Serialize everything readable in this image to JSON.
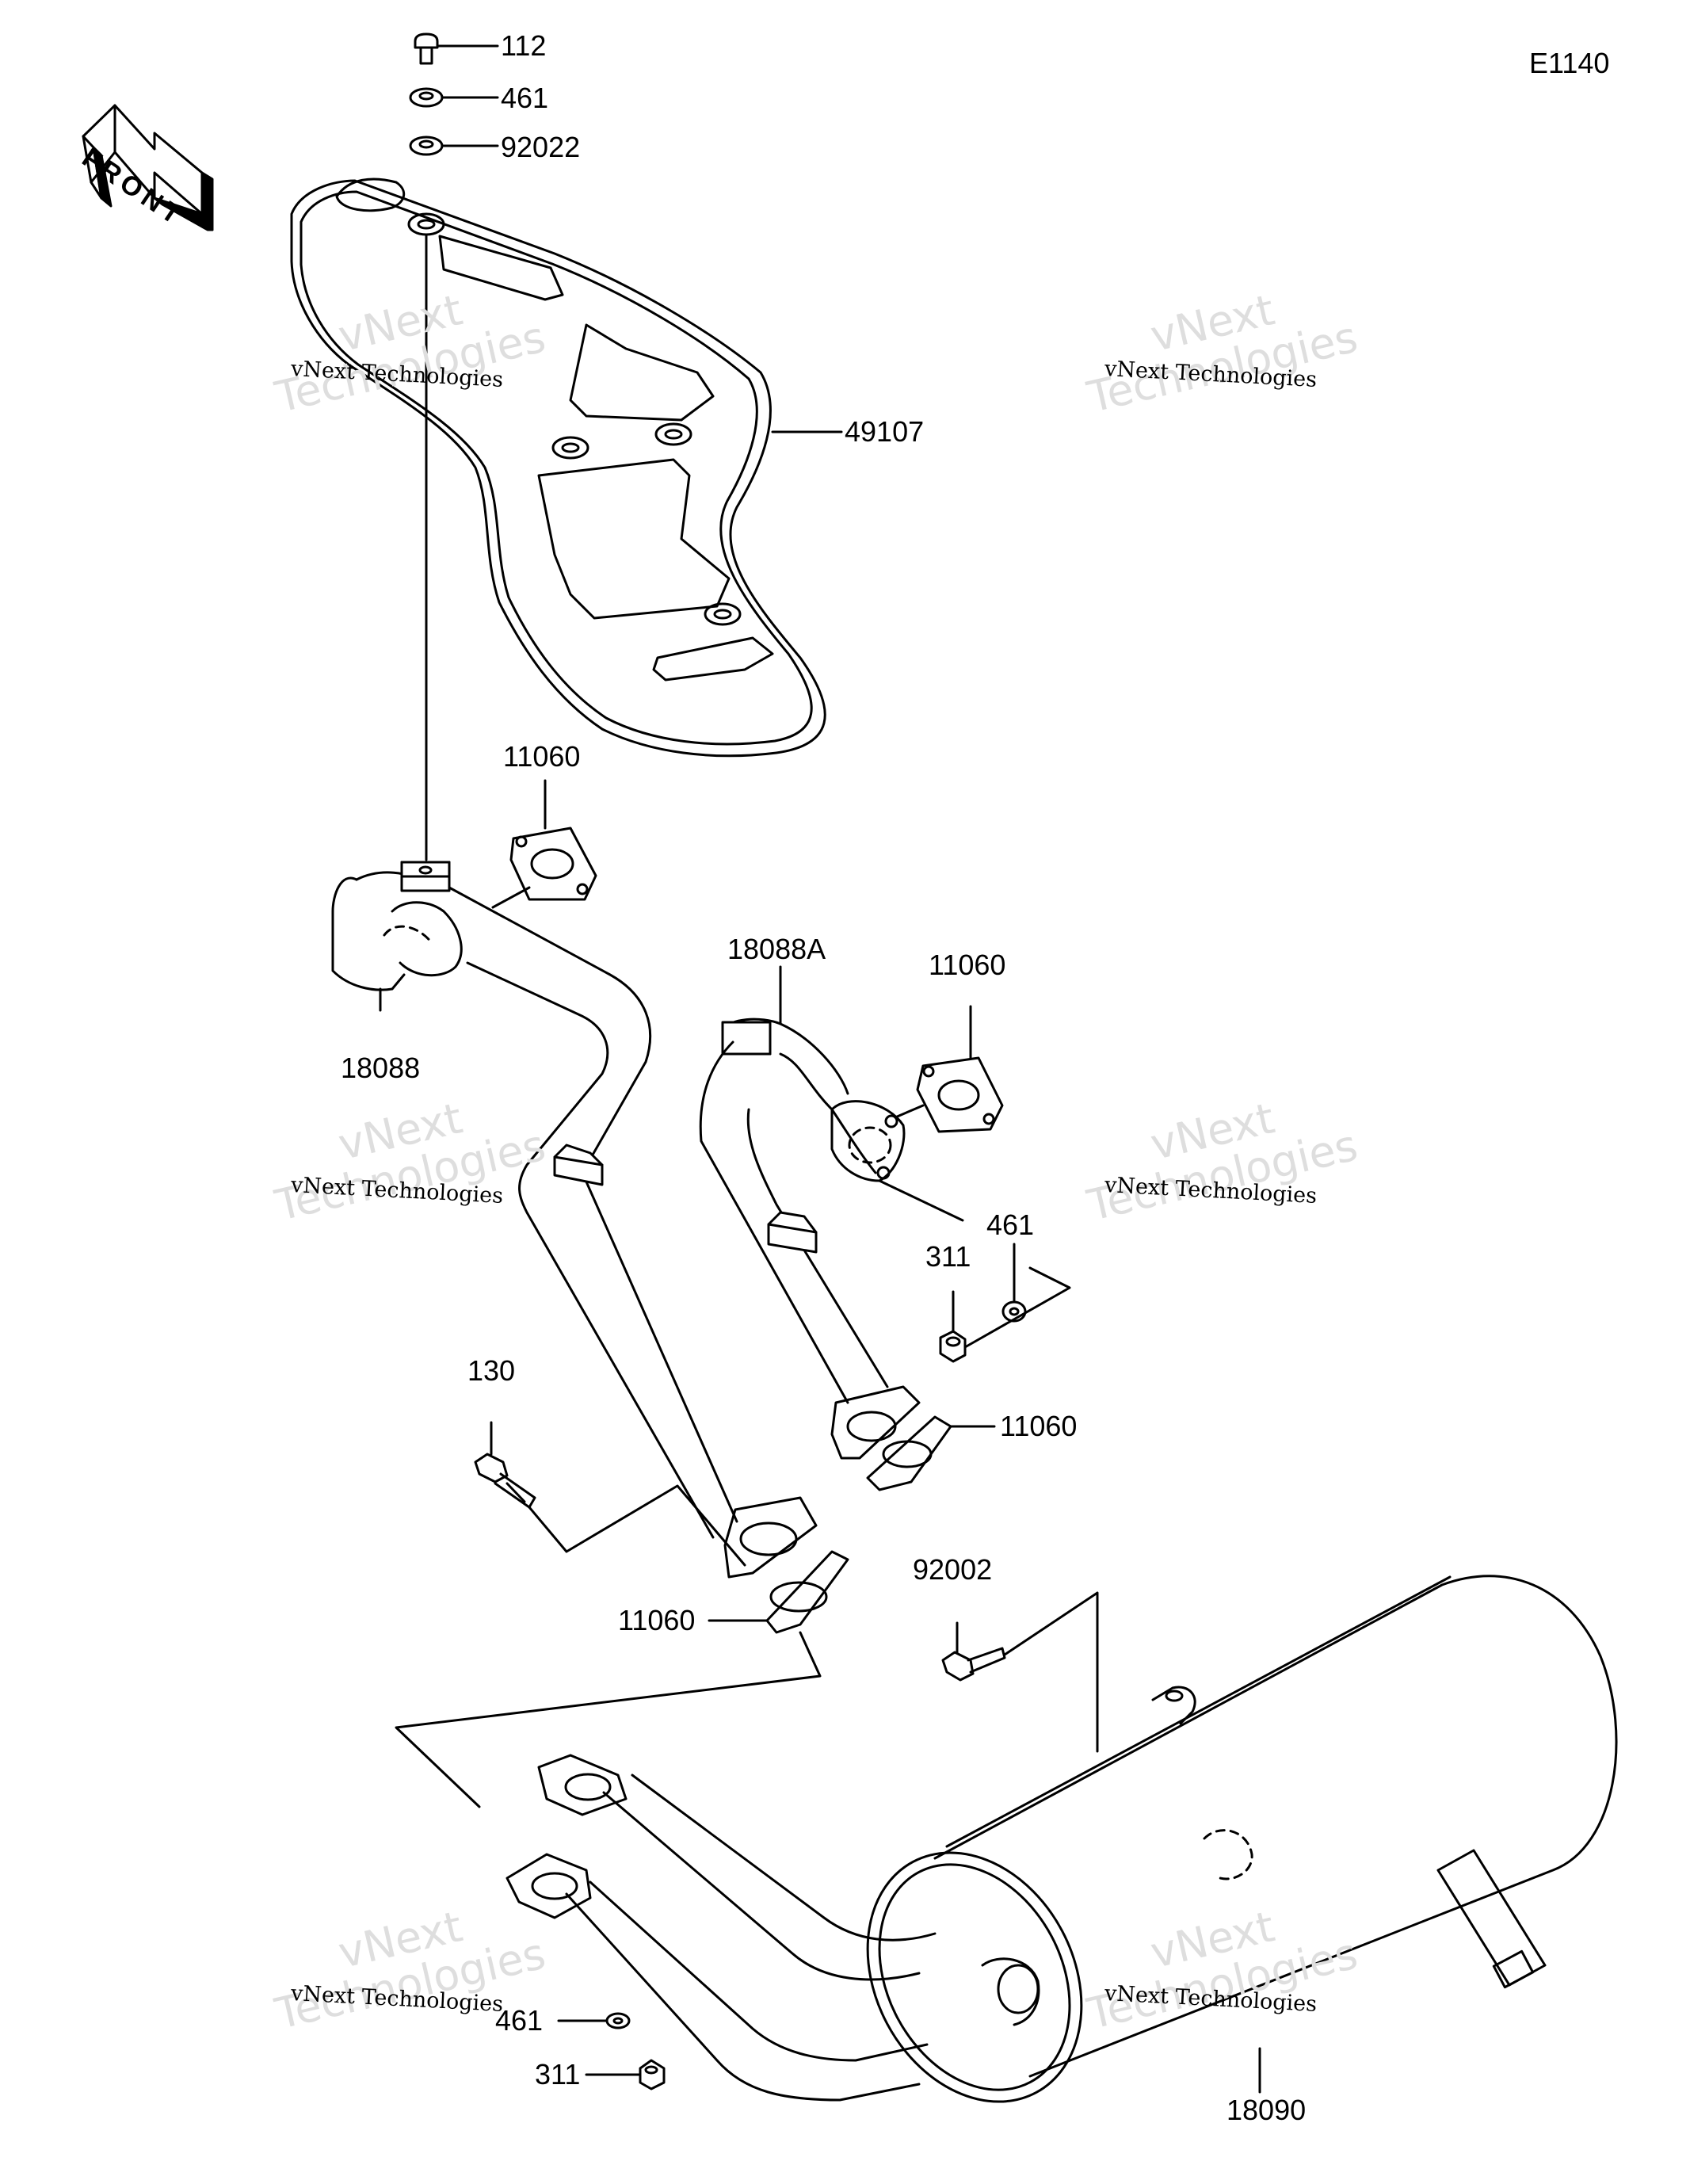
{
  "diagram_id": "E1140",
  "front_arrow": {
    "text": "FRONT",
    "icon": "front-arrow-icon"
  },
  "watermark": {
    "small": "vNext Technologies",
    "big_line1": "vNext",
    "big_line2": "Technologies"
  },
  "parts": {
    "p112": "112",
    "p461_top": "461",
    "p92022": "92022",
    "p49107": "49107",
    "p11060_a": "11060",
    "p18088": "18088",
    "p18088A": "18088A",
    "p11060_b": "11060",
    "p461_mid": "461",
    "p311_mid": "311",
    "p11060_c": "11060",
    "p130": "130",
    "p11060_d": "11060",
    "p92002": "92002",
    "p461_bot": "461",
    "p311_bot": "311",
    "p18090": "18090"
  },
  "colors": {
    "line": "#000000",
    "watermark": "#dedede"
  }
}
